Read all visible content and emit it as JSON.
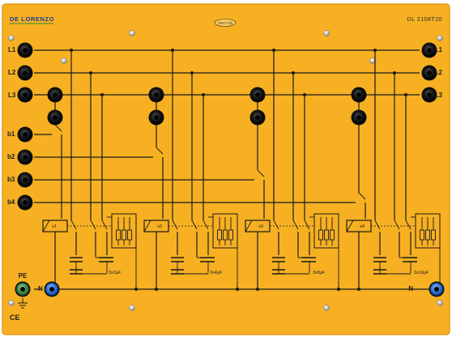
{
  "brand": "DE LORENZO",
  "model": "DL 2108T20",
  "made_in": "made in Italy",
  "line_terminals": [
    "L1",
    "L2",
    "L3"
  ],
  "control_terminals": [
    "b1",
    "b2",
    "b3",
    "b4"
  ],
  "contactors": [
    {
      "label": "s1",
      "capacitance": "3x2µF"
    },
    {
      "label": "s2",
      "capacitance": "3x4µF"
    },
    {
      "label": "s3",
      "capacitance": "3x8µF"
    },
    {
      "label": "s4",
      "capacitance": "3x16µF"
    }
  ],
  "neutral": "N",
  "earth": "PE",
  "ce_mark": "CE",
  "colors": {
    "panel": "#f6b022",
    "panel_edge": "#e89a17",
    "wire": "#1a1a1a",
    "socket_black": "#141414",
    "socket_blue": "#2f6fd6",
    "socket_green": "#3e8a45",
    "brand": "#1c3c8c",
    "brand_underline": "#2c8a3a"
  }
}
